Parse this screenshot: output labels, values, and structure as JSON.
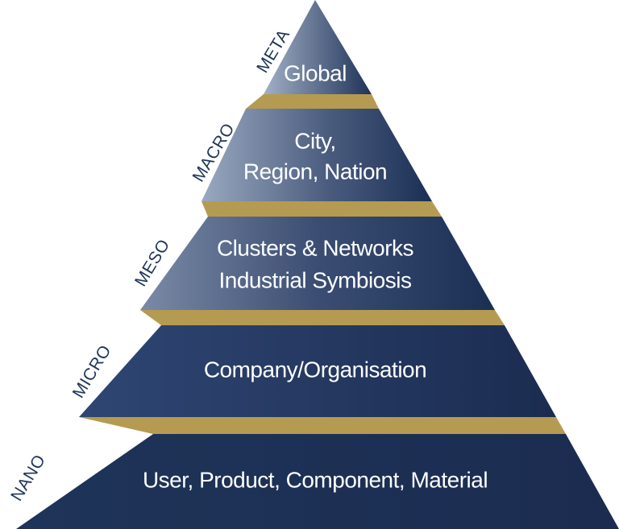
{
  "colors": {
    "dark_navy": "#1b2f55",
    "navy": "#24375f",
    "slate": "#8fa0ba",
    "gold": "#b59b51",
    "label": "#1e3658"
  },
  "tiers": [
    {
      "level": "META",
      "lines": [
        "Global"
      ]
    },
    {
      "level": "MACRO",
      "lines": [
        "City,",
        "Region, Nation"
      ]
    },
    {
      "level": "MESO",
      "lines": [
        "Clusters & Networks",
        "Industrial Symbiosis"
      ]
    },
    {
      "level": "MICRO",
      "lines": [
        "Company/Organisation"
      ]
    },
    {
      "level": "NANO",
      "lines": [
        "User, Product, Component, Material"
      ]
    }
  ]
}
